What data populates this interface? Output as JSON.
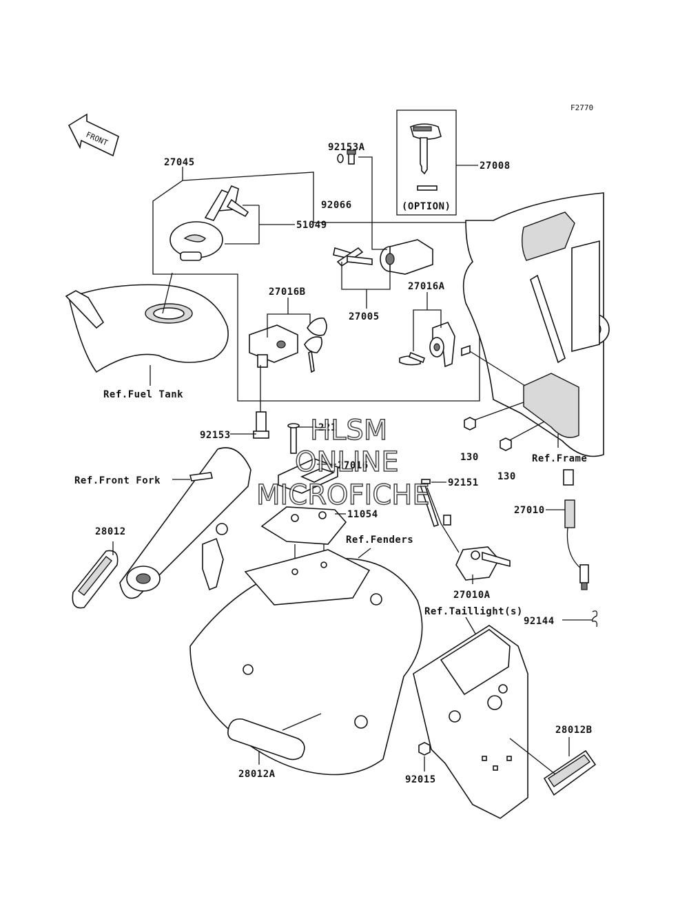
{
  "figure_code": "F2770",
  "front_arrow": "FRONT",
  "watermark": {
    "line1": "HLSM",
    "line2": "ONLINE",
    "line3": "MICROFICHE"
  },
  "option_box": {
    "label": "(OPTION)"
  },
  "callouts": {
    "c27045": "27045",
    "c51049": "51049",
    "c92153A": "92153A",
    "c92066": "92066",
    "c27008": "27008",
    "c27016B": "27016B",
    "c27005": "27005",
    "c27016A": "27016A",
    "c92153": "92153",
    "c221": "221",
    "c27010_top": "27016",
    "c11054": "11054",
    "c92151": "92151",
    "c130a": "130",
    "c130b": "130",
    "c27010": "27010",
    "c27010A": "27010A",
    "c92144": "92144",
    "c28012": "28012",
    "c28012A": "28012A",
    "c28012B": "28012B",
    "c92015": "92015"
  },
  "references": {
    "fuel_tank": "Ref.Fuel Tank",
    "front_fork": "Ref.Front Fork",
    "fenders": "Ref.Fenders",
    "frame": "Ref.Frame",
    "taillight": "Ref.Taillight(s)"
  }
}
